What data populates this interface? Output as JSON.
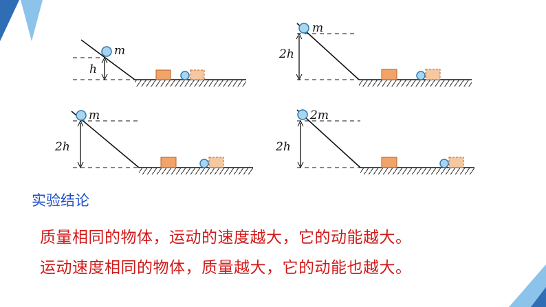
{
  "colors": {
    "accent_blue": "#1f4fc8",
    "text_red": "#d11a1a",
    "ball_fill": "#a9d6ee",
    "ball_stroke": "#2d7ab5",
    "block_fill": "#f2a36a",
    "block_stroke": "#b8612a",
    "corner_dark": "#2f6db5",
    "corner_light": "#8cc3ea"
  },
  "diagrams": [
    {
      "mass_label": "m",
      "height_label": "h"
    },
    {
      "mass_label": "m",
      "height_label": "2h"
    },
    {
      "mass_label": "m",
      "height_label": "2h"
    },
    {
      "mass_label": "2m",
      "height_label": "2h"
    }
  ],
  "conclusion": {
    "title": "实验结论",
    "line1": "质量相同的物体，运动的速度越大，它的动能越大。",
    "line2": "运动速度相同的物体，质量越大，它的动能也越大。"
  }
}
